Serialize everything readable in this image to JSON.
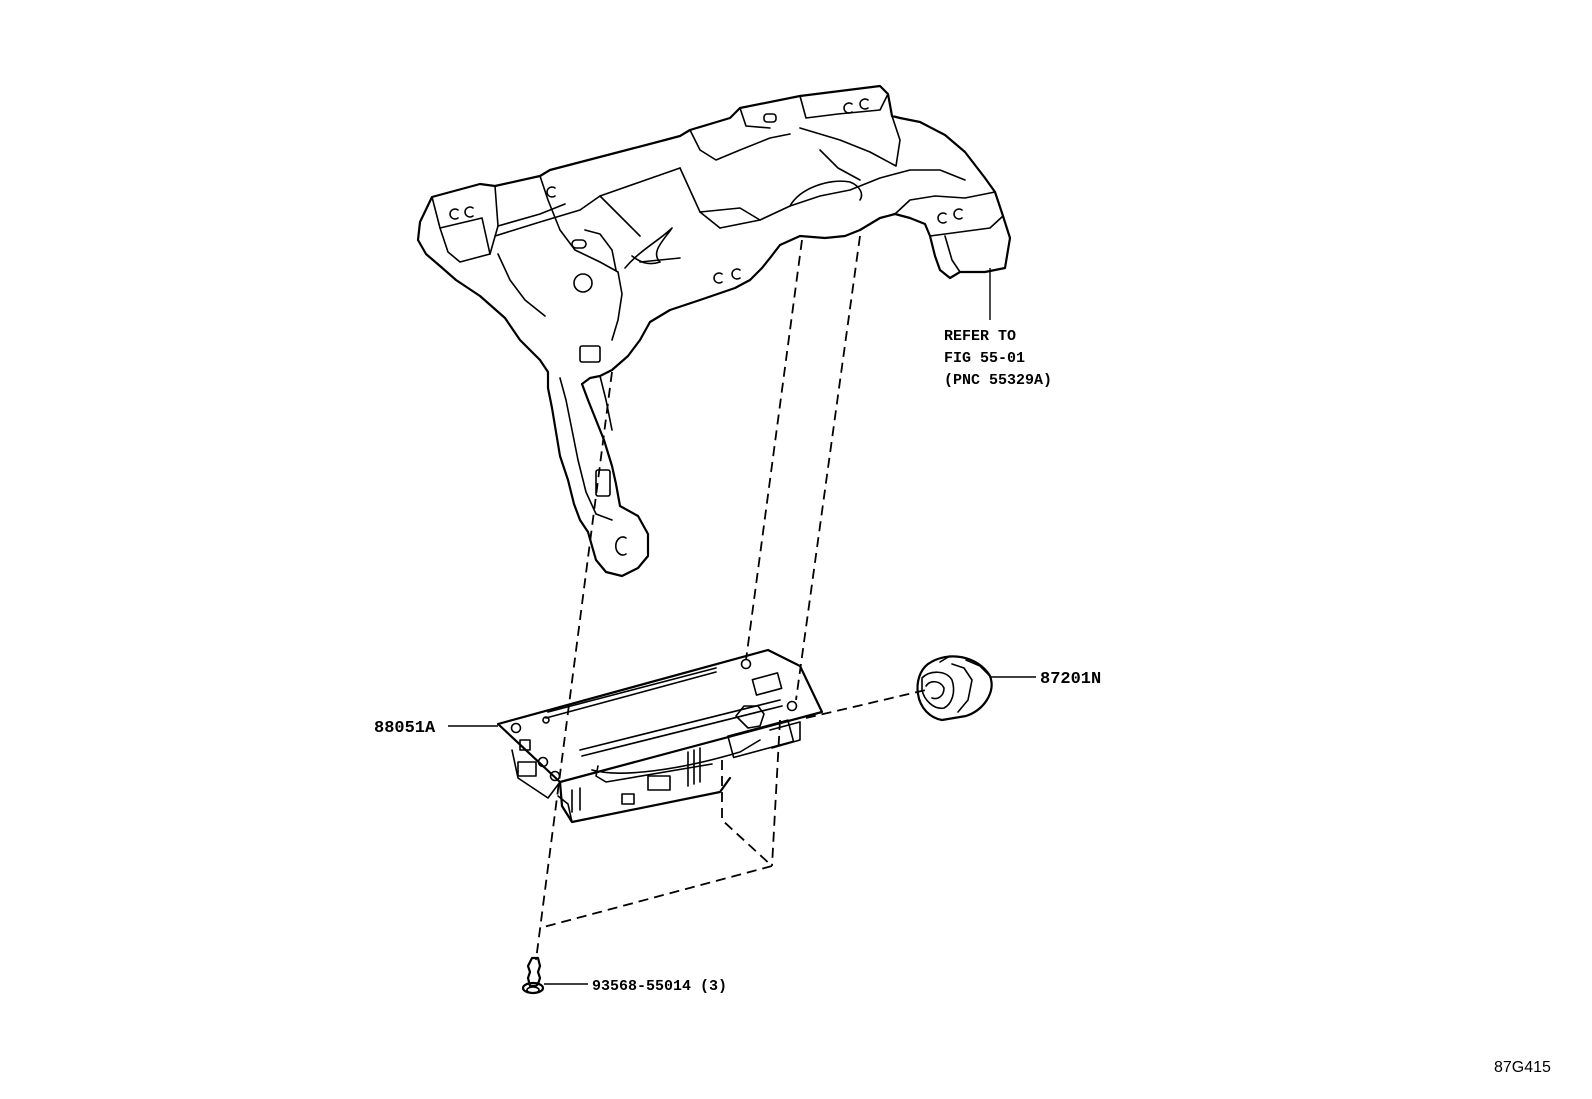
{
  "callouts": {
    "heater_control": {
      "part_no": "88051A"
    },
    "knob": {
      "part_no": "87201N"
    },
    "screw": {
      "part_no": "93568-55014",
      "qty": "(3)"
    },
    "bracket_ref": {
      "line1": "REFER TO",
      "line2": "FIG 55-01",
      "line3": "(PNC 55329A)"
    }
  },
  "figure_id": "87G415"
}
